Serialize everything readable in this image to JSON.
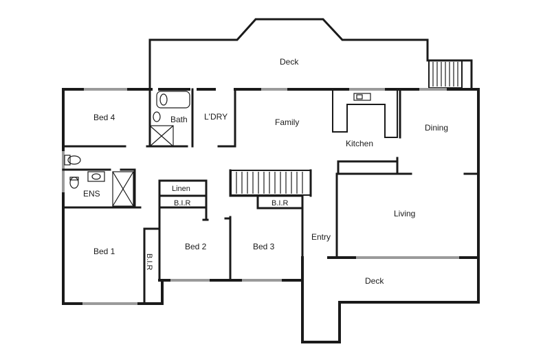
{
  "plan": {
    "rooms": {
      "deck_top": "Deck",
      "bed4": "Bed 4",
      "bath": "Bath",
      "laundry": "L'DRY",
      "family": "Family",
      "dining": "Dining",
      "kitchen": "Kitchen",
      "ens": "ENS",
      "linen": "Linen",
      "bir_bed2": "B.I.R",
      "bir_bed3": "B.I.R",
      "bir_bed1": "B.I.R",
      "living": "Living",
      "bed1": "Bed 1",
      "bed2": "Bed 2",
      "bed3": "Bed 3",
      "entry": "Entry",
      "deck_bottom": "Deck"
    }
  }
}
